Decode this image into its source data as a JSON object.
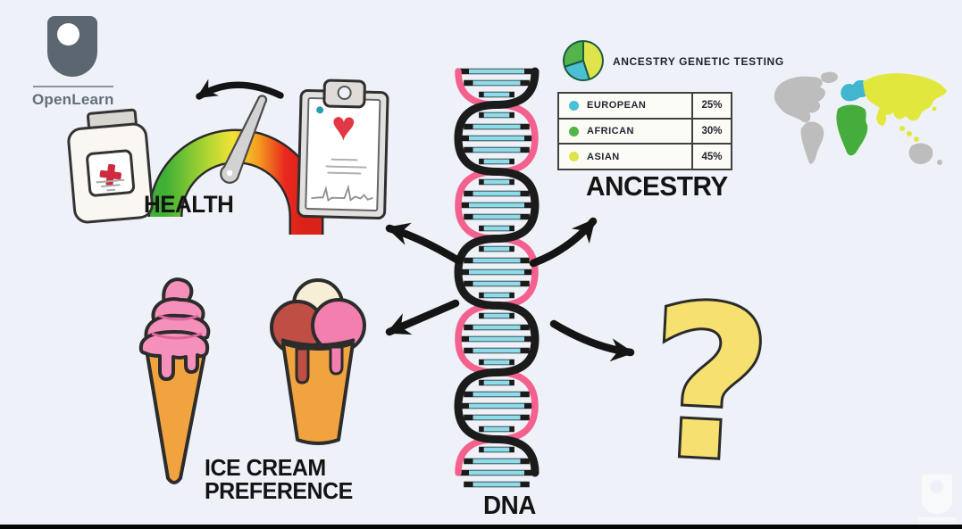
{
  "colors": {
    "background": "#eef2f8",
    "gauge_green": "#3faf36",
    "gauge_yellow": "#f3e336",
    "gauge_red": "#e8281e",
    "continent_other": "#bdbdbd"
  },
  "logo": {
    "text": "OpenLearn"
  },
  "health": {
    "label": "HEALTH"
  },
  "ancestry": {
    "header": "ANCESTRY GENETIC TESTING",
    "label": "ANCESTRY",
    "rows": [
      {
        "label": "EUROPEAN",
        "value": "25%",
        "color": "#4bbfd3"
      },
      {
        "label": "AFRICAN",
        "value": "30%",
        "color": "#52b44a"
      },
      {
        "label": "ASIAN",
        "value": "45%",
        "color": "#dfe44c"
      }
    ]
  },
  "map": {
    "europe": "#41b6ce",
    "africa": "#44ad3b",
    "asia": "#e2e73e",
    "other": "#bdbdbd"
  },
  "dna": {
    "label": "DNA",
    "black": "#1b1b1b",
    "pink": "#f4618e",
    "rung": "#8edbea"
  },
  "ice_cream": {
    "line1": "ICE CREAM",
    "line2": "PREFERENCE"
  },
  "question": {
    "glyph": "?",
    "color": "#f6e070"
  },
  "chart_data": {
    "type": "pie",
    "title": "ANCESTRY GENETIC TESTING",
    "categories": [
      "EUROPEAN",
      "AFRICAN",
      "ASIAN"
    ],
    "values": [
      25,
      30,
      45
    ],
    "colors": [
      "#4bbfd3",
      "#52b44a",
      "#dfe44c"
    ],
    "legend_position": "table-below"
  }
}
